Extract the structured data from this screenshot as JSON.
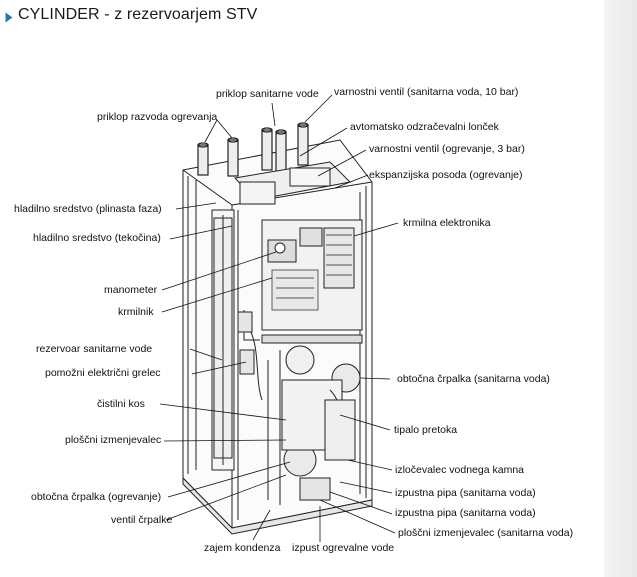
{
  "title": "CYLINDER - z rezervoarjem STV",
  "accent_color": "#2a78a8",
  "labels": {
    "priklop_sanitarne_vode": "priklop sanitarne vode",
    "varnostni_ventil_sanitarna": "varnostni ventil (sanitarna voda, 10 bar)",
    "priklop_razvoda_ogrevanja": "priklop razvoda ogrevanja",
    "avtomatsko_odzracevalni_loncek": "avtomatsko odzračevalni lonček",
    "varnostni_ventil_ogrevanje": "varnostni ventil (ogrevanje, 3 bar)",
    "ekspanzijska_posoda": "ekspanzijska posoda (ogrevanje)",
    "hladilno_sredstvo_plinasta": "hladilno sredstvo (plinasta faza)",
    "krmilna_elektronika": "krmilna elektronika",
    "hladilno_sredstvo_tekocina": "hladilno sredstvo (tekočina)",
    "manometer": "manometer",
    "krmilnik": "krmilnik",
    "rezervoar_sanitarne_vode": "rezervoar sanitarne vode",
    "obtocna_crpalka_sanitarna": "obtočna črpalka (sanitarna  voda)",
    "pomozni_elektricni_grelec": "pomožni električni grelec",
    "cistilni_kos": "čistilni kos",
    "tipalo_pretoka": "tipalo pretoka",
    "plosceni_izmenjevalec_left": "ploščni izmenjevalec",
    "izlocevalec_vodnega_kamna": "izločevalec vodnega kamna",
    "izpustna_pipa_1": "izpustna pipa (sanitarna voda)",
    "obtocna_crpalka_ogrevanje": "obtočna črpalka (ogrevanje)",
    "izpustna_pipa_2": "izpustna pipa (sanitarna voda)",
    "ventil_crpalke": "ventil črpalke",
    "plosceni_izmenjevalec_right": "ploščni izmenjevalec (sanitarna voda)",
    "zajem_kondenza": "zajem kondenza",
    "izpust_ogrevalne_vode": "izpust ogrevalne vode"
  }
}
